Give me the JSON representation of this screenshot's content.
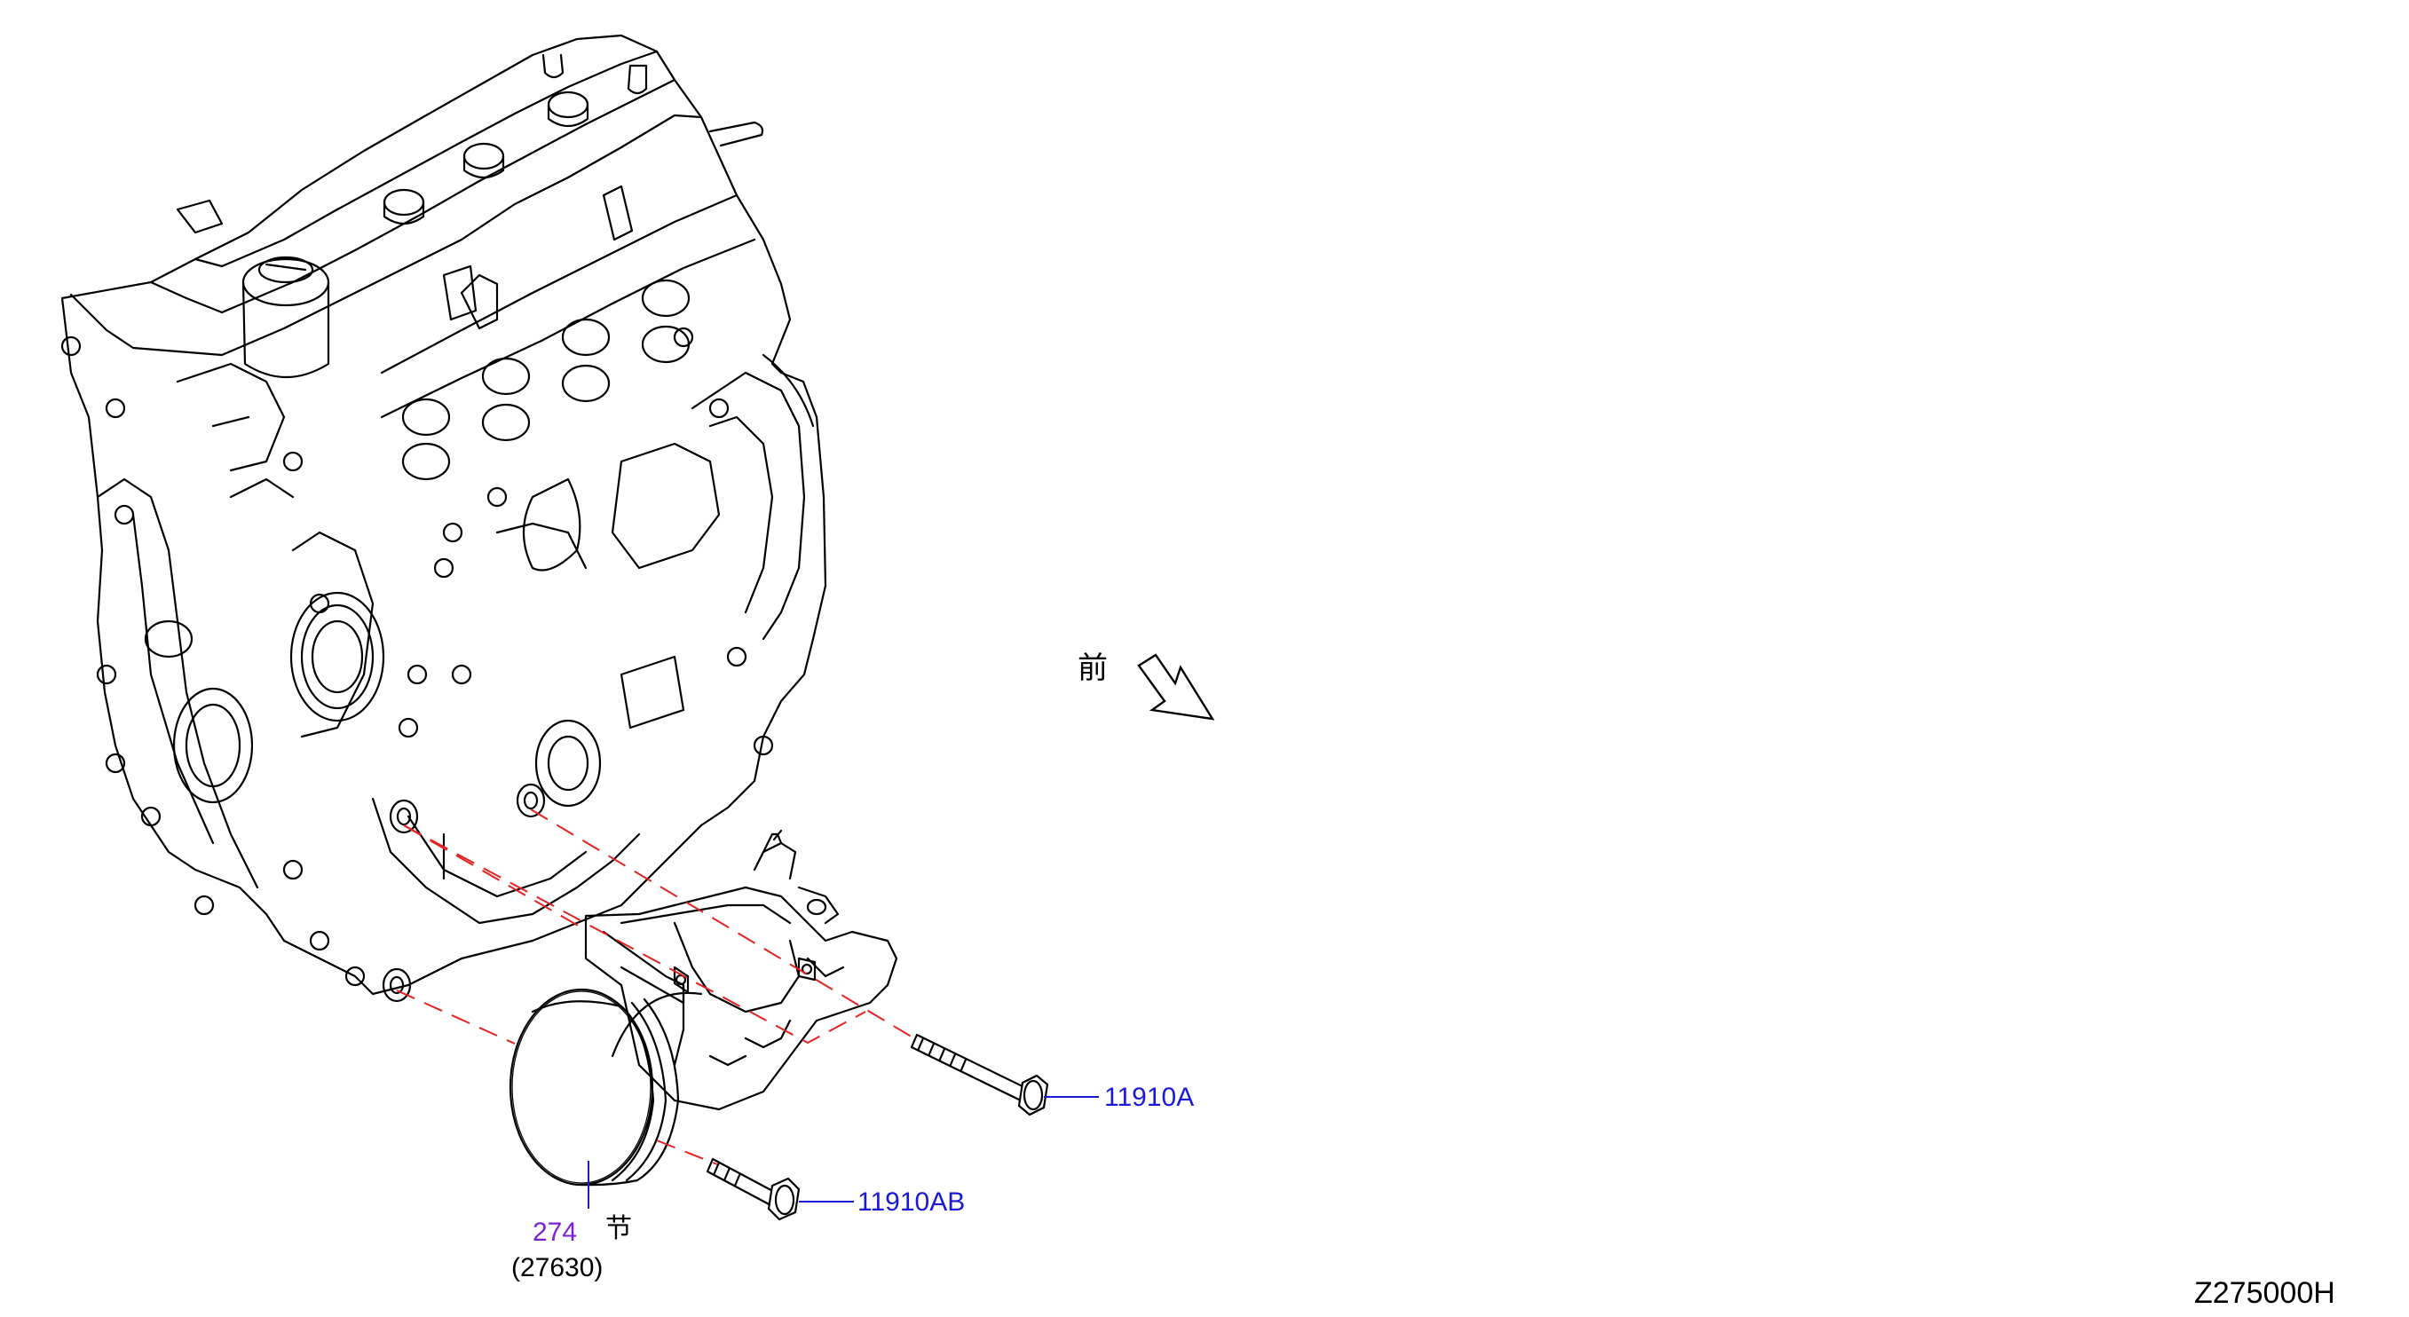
{
  "front_label": "前",
  "parts": [
    {
      "id": "bolt-a",
      "part_no": "11910A"
    },
    {
      "id": "bolt-ab",
      "part_no": "11910AB"
    }
  ],
  "compressor": {
    "section_no": "274",
    "section_suffix": "节",
    "part_no": "(27630)"
  },
  "diagram_code": "Z275000H",
  "colors": {
    "part_label": "#1a1ad6",
    "section_label": "#7d1fd6",
    "dashed_guide": "#e32222",
    "line_art": "#000000"
  }
}
